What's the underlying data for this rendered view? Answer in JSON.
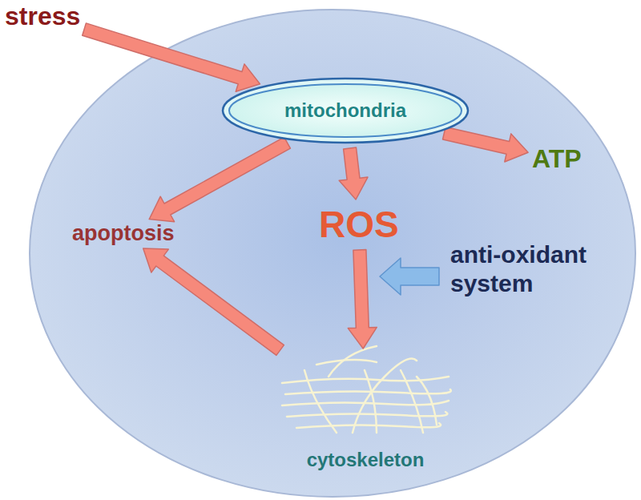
{
  "diagram": {
    "nodes": [
      {
        "text": [
          "stress"
        ]
      },
      {
        "text": [
          "mitochondria"
        ]
      },
      {
        "text": [
          "ATP"
        ]
      },
      {
        "text": [
          "apoptosis"
        ]
      },
      {
        "text": [
          "ROS"
        ]
      },
      {
        "text": [
          "anti-oxidant system"
        ]
      },
      {
        "text": [
          "cytoskeleton"
        ]
      }
    ],
    "edges": [
      {
        "from": 0,
        "to": 1,
        "arrow": "to"
      },
      {
        "from": 1,
        "to": 2,
        "arrow": "to"
      },
      {
        "from": 1,
        "to": 3,
        "arrow": "to"
      },
      {
        "from": 1,
        "to": 4,
        "arrow": "to"
      },
      {
        "from": 4,
        "to": 6,
        "arrow": "to"
      },
      {
        "from": 6,
        "to": 3,
        "arrow": "to"
      }
    ]
  }
}
